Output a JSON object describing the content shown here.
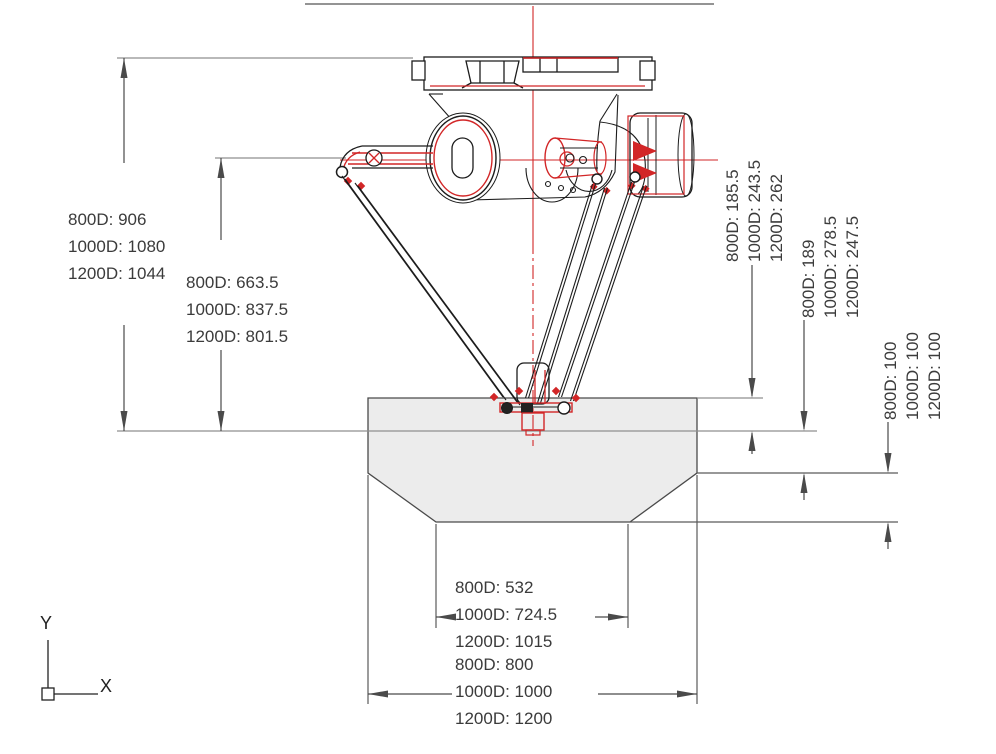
{
  "diagram_type": "delta-robot dimension drawing",
  "labels": {
    "height_total": [
      "800D: 906",
      "1000D: 1080",
      "1200D: 1044"
    ],
    "height_arm_axis": [
      "800D: 663.5",
      "1000D: 837.5",
      "1200D: 801.5"
    ],
    "right_upper": [
      "800D: 185.5",
      "1000D: 243.5",
      "1200D: 262"
    ],
    "right_middle": [
      "800D: 189",
      "1000D: 278.5",
      "1200D: 247.5"
    ],
    "right_lower": [
      "800D: 100",
      "1000D: 100",
      "1200D: 100"
    ],
    "bottom_inner_width": [
      "800D: 532",
      "1000D: 724.5",
      "1200D: 1015"
    ],
    "bottom_outer_width": [
      "800D: 800",
      "1000D: 1000",
      "1200D: 1200"
    ]
  },
  "axis_indicator": {
    "y": "Y",
    "x": "X"
  },
  "colors": {
    "highlight_red": "#d22627",
    "drawing_black": "#1c1c1c",
    "dimension_gray": "#4a4a4a",
    "extension_gray": "#8f8f8f",
    "envelope_fill": "#ececec",
    "text": "#3b3b3b"
  }
}
